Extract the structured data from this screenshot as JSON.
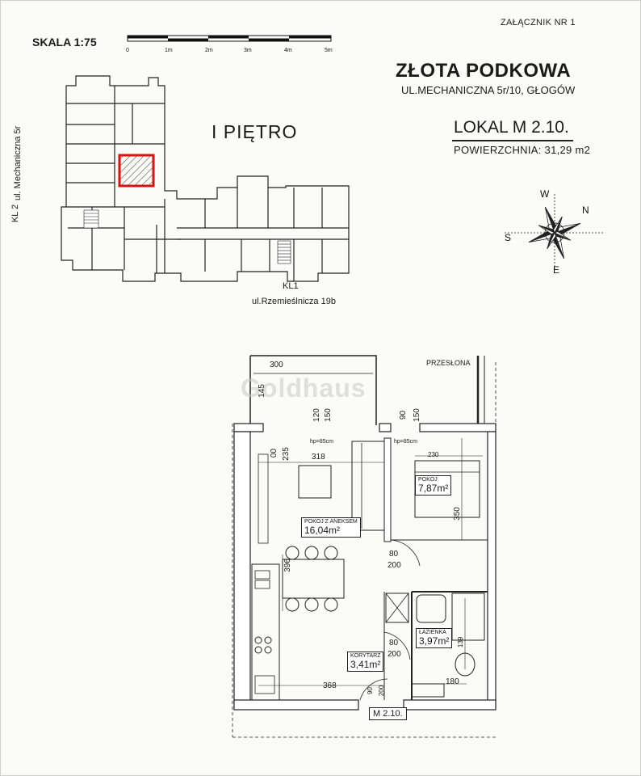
{
  "header": {
    "annex": "ZAŁĄCZNIK NR 1",
    "scale": "SKALA 1:75",
    "scale_ticks": [
      "0",
      "1m",
      "2m",
      "3m",
      "4m",
      "5m"
    ]
  },
  "project": {
    "title": "ZŁOTA PODKOWA",
    "address": "UL.MECHANICZNA 5r/10, GŁOGÓW",
    "floor": "I PIĘTRO",
    "unit": "LOKAL M 2.10.",
    "area": "POWIERZCHNIA: 31,29 m2"
  },
  "compass": {
    "w": "W",
    "n": "N",
    "s": "S",
    "e": "E"
  },
  "site_plan": {
    "kl2": "KL 2",
    "street_left": "ul. Mechaniczna 5r",
    "kl1": "KL1",
    "street_bottom": "ul.Rzemieślnicza 19b"
  },
  "watermark": "Goldhaus",
  "unit_plan": {
    "blind_label": "PRZESŁONA",
    "unit_tag": "M 2.10.",
    "rooms": [
      {
        "name": "POKÓJ Z ANEKSEM",
        "area": "16,04m²"
      },
      {
        "name": "POKÓJ",
        "area": "7,87m²"
      },
      {
        "name": "ŁAZIENKA",
        "area": "3,97m²"
      },
      {
        "name": "KORYTARZ",
        "area": "3,41m²"
      }
    ],
    "dims": {
      "balcony_width": "300",
      "balcony_depth": "145",
      "d120": "120",
      "d150a": "150",
      "d90a": "90",
      "d150b": "150",
      "hp1": "hp=85cm",
      "hp2": "hp=85cm",
      "d318": "318",
      "d00": "00",
      "d235": "235",
      "d230": "230",
      "d350": "350",
      "d396": "396",
      "door1_w": "80",
      "door1_h": "200",
      "door2_w": "80",
      "door2_h": "200",
      "d368": "368",
      "d180": "180",
      "d139": "139",
      "door3_w": "90",
      "door3_h": "200"
    }
  }
}
